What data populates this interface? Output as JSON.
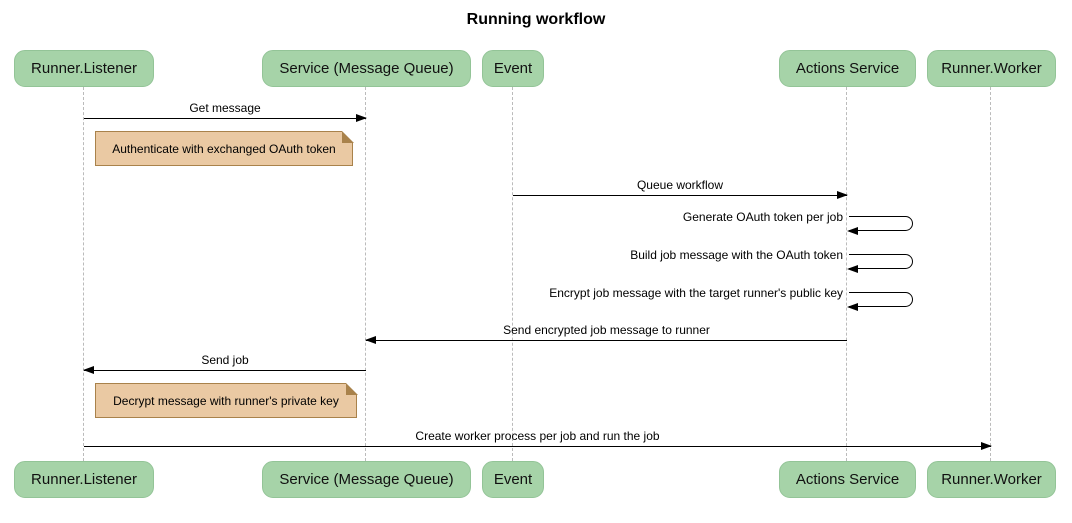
{
  "title": "Running workflow",
  "colors": {
    "participant_fill": "#a6d3a8",
    "participant_border": "#93c497",
    "note_fill": "#eac9a3",
    "note_border": "#a9824b",
    "lifeline": "#bbbbbb",
    "arrow": "#000000"
  },
  "participants": [
    {
      "label": "Runner.Listener"
    },
    {
      "label": "Service (Message Queue)"
    },
    {
      "label": "Event"
    },
    {
      "label": "Actions Service"
    },
    {
      "label": "Runner.Worker"
    }
  ],
  "messages": [
    {
      "type": "arrow",
      "from": "Runner.Listener",
      "to": "Service (Message Queue)",
      "label": "Get message"
    },
    {
      "type": "note",
      "over": "Runner.Listener",
      "label": "Authenticate with exchanged OAuth token"
    },
    {
      "type": "arrow",
      "from": "Event",
      "to": "Actions Service",
      "label": "Queue workflow"
    },
    {
      "type": "self",
      "actor": "Actions Service",
      "label": "Generate OAuth token per job"
    },
    {
      "type": "self",
      "actor": "Actions Service",
      "label": "Build job message with the OAuth token"
    },
    {
      "type": "self",
      "actor": "Actions Service",
      "label": "Encrypt job message with the target runner's public key"
    },
    {
      "type": "arrow",
      "from": "Actions Service",
      "to": "Service (Message Queue)",
      "label": "Send encrypted job message to runner"
    },
    {
      "type": "arrow",
      "from": "Service (Message Queue)",
      "to": "Runner.Listener",
      "label": "Send job"
    },
    {
      "type": "note",
      "over": "Runner.Listener",
      "label": "Decrypt message with runner's private key"
    },
    {
      "type": "arrow",
      "from": "Runner.Listener",
      "to": "Runner.Worker",
      "label": "Create worker process per job and run the job"
    }
  ]
}
